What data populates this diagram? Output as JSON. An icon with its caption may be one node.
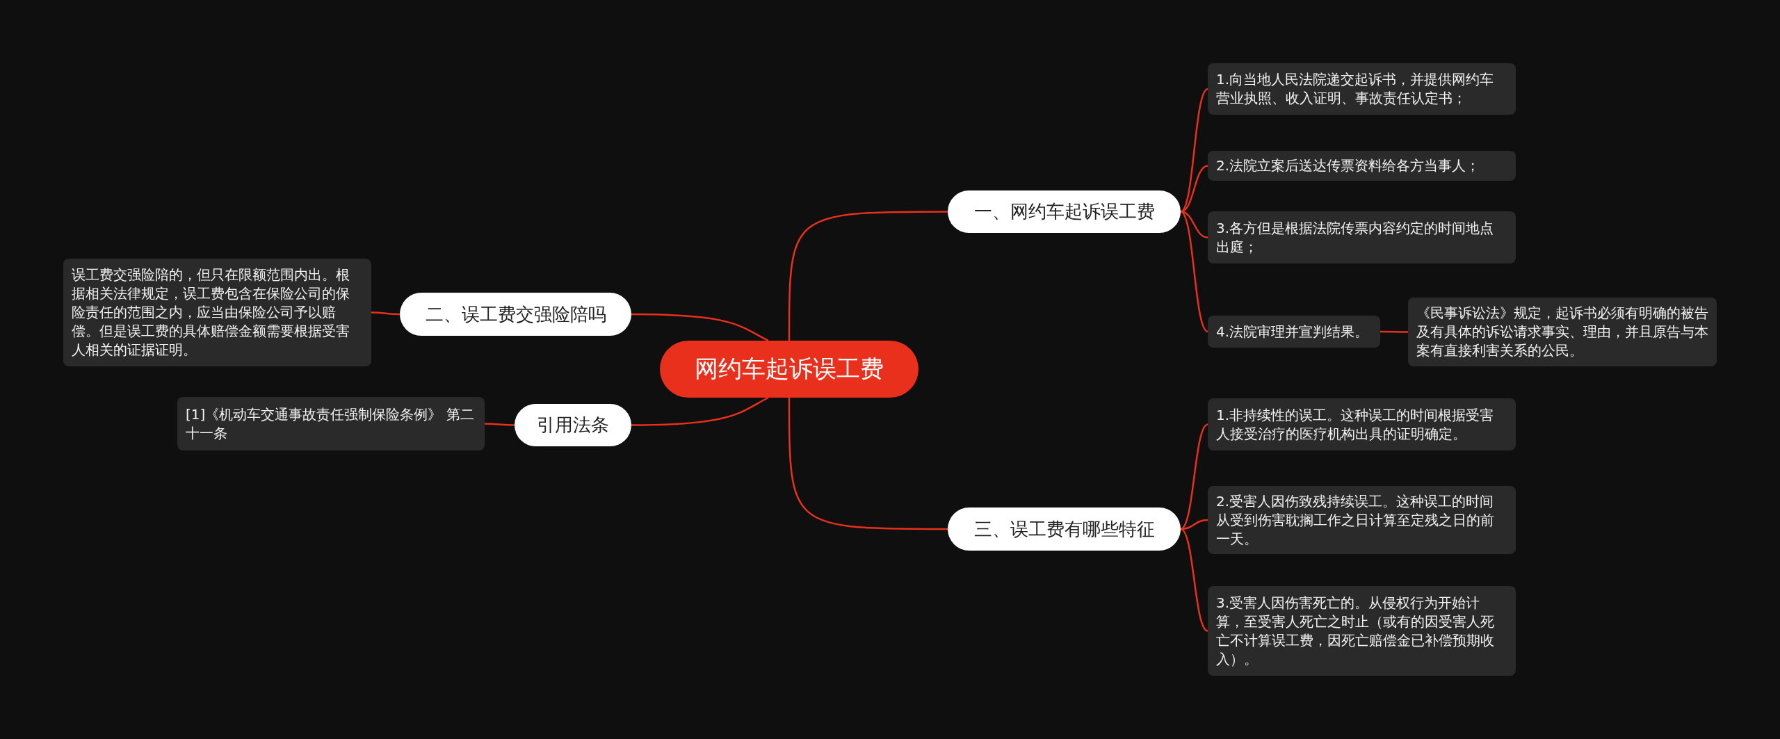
{
  "diagram": {
    "nodes": [
      {
        "text": [
          "网约车起诉误工费"
        ]
      },
      {
        "text": [
          "一、网约车起诉误工费"
        ]
      },
      {
        "text": [
          "1.向当地人民法院递交起诉书，并提供网约车营业执照、收入证明、事故责任认定书；"
        ]
      },
      {
        "text": [
          "2.法院立案后送达传票资料给各方当事人；"
        ]
      },
      {
        "text": [
          "3.各方但是根据法院传票内容约定的时间地点出庭；"
        ]
      },
      {
        "text": [
          "4.法院审理并宣判结果。"
        ]
      },
      {
        "text": [
          "《民事诉讼法》规定，起诉书必须有明确的被告及有具体的诉讼请求事实、理由，并且原告与本案有直接利害关系的公民。"
        ]
      },
      {
        "text": [
          "二、误工费交强险陪吗"
        ]
      },
      {
        "text": [
          "误工费交强险陪的，但只在限额范围内出。根据相关法律规定，误工费包含在保险公司的保险责任的范围之内，应当由保险公司予以赔偿。但是误工费的具体赔偿金额需要根据受害人相关的证据证明。"
        ]
      },
      {
        "text": [
          "引用法条"
        ]
      },
      {
        "text": [
          "[1]《机动车交通事故责任强制保险条例》 第二十一条"
        ]
      },
      {
        "text": [
          "三、误工费有哪些特征"
        ]
      },
      {
        "text": [
          "1.非持续性的误工。这种误工的时间根据受害人接受治疗的医疗机构出具的证明确定。"
        ]
      },
      {
        "text": [
          "2.受害人因伤致残持续误工。这种误工的时间从受到伤害耽搁工作之日计算至定残之日的前一天。"
        ]
      },
      {
        "text": [
          "3.受害人因伤害死亡的。从侵权行为开始计算，至受害人死亡之时止（或有的因受害人死亡不计算误工费，因死亡赔偿金已补偿预期收入）。"
        ]
      }
    ],
    "edges": [
      {
        "from": 0,
        "to": 1,
        "arrow": "none"
      },
      {
        "from": 1,
        "to": 2,
        "arrow": "none"
      },
      {
        "from": 1,
        "to": 3,
        "arrow": "none"
      },
      {
        "from": 1,
        "to": 4,
        "arrow": "none"
      },
      {
        "from": 1,
        "to": 5,
        "arrow": "none"
      },
      {
        "from": 5,
        "to": 6,
        "arrow": "none"
      },
      {
        "from": 0,
        "to": 7,
        "arrow": "none"
      },
      {
        "from": 7,
        "to": 8,
        "arrow": "none"
      },
      {
        "from": 0,
        "to": 9,
        "arrow": "none"
      },
      {
        "from": 9,
        "to": 10,
        "arrow": "none"
      },
      {
        "from": 0,
        "to": 11,
        "arrow": "none"
      },
      {
        "from": 11,
        "to": 12,
        "arrow": "none"
      },
      {
        "from": 11,
        "to": 13,
        "arrow": "none"
      },
      {
        "from": 11,
        "to": 14,
        "arrow": "none"
      }
    ]
  }
}
